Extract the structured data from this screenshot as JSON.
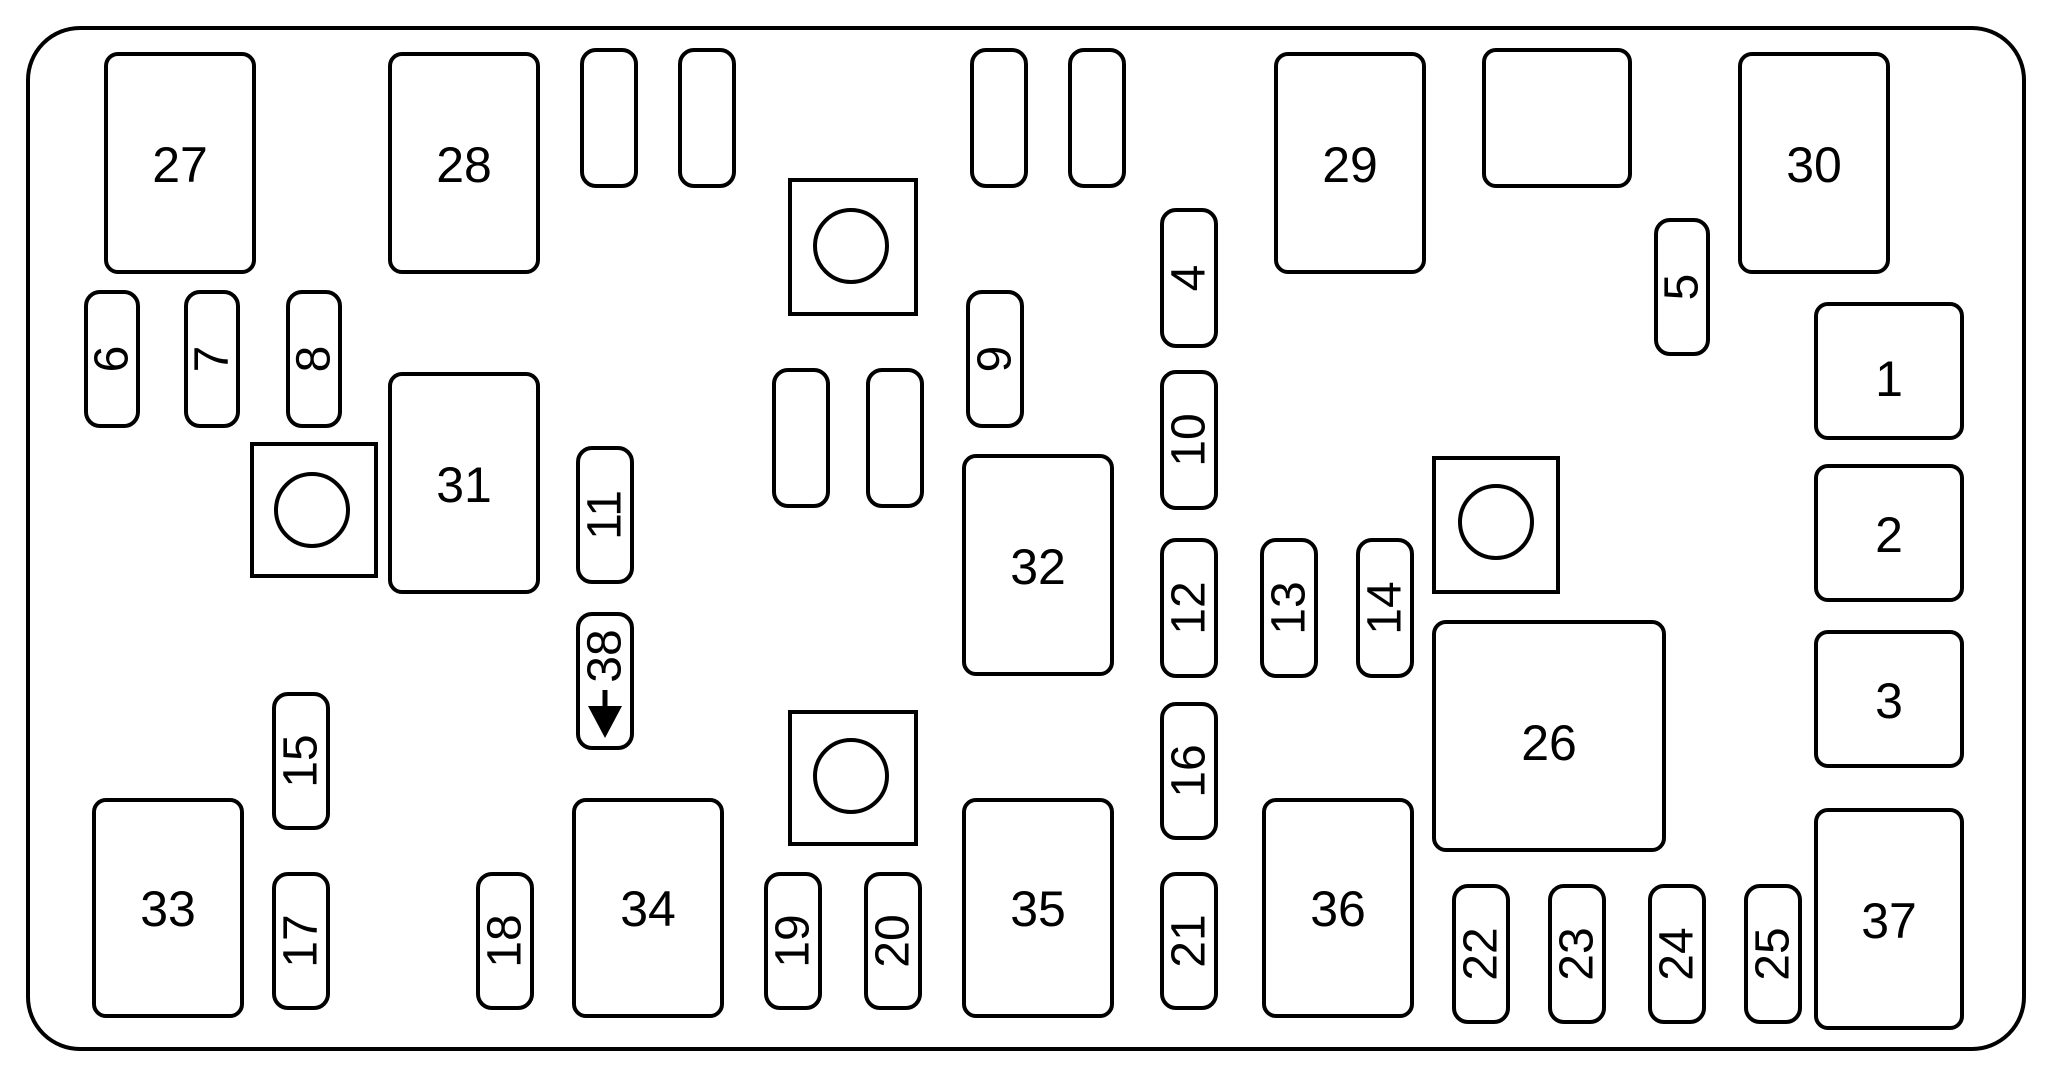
{
  "colors": {
    "stroke": "#000000",
    "fill": "#ffffff",
    "text": "#000000"
  },
  "boxes": {
    "b27": "27",
    "b28": "28",
    "b29": "29",
    "b30": "30",
    "b31": "31",
    "b32": "32",
    "b26": "26",
    "b33": "33",
    "b34": "34",
    "b35": "35",
    "b36": "36",
    "b37": "37",
    "b1": "1",
    "b2": "2",
    "b3": "3"
  },
  "fuses": {
    "f4": "4",
    "f5": "5",
    "f6": "6",
    "f7": "7",
    "f8": "8",
    "f9": "9",
    "f10": "10",
    "f11": "11",
    "f12": "12",
    "f13": "13",
    "f14": "14",
    "f15": "15",
    "f16": "16",
    "f17": "17",
    "f18": "18",
    "f19": "19",
    "f20": "20",
    "f21": "21",
    "f22": "22",
    "f23": "23",
    "f24": "24",
    "f25": "25",
    "f38": "38"
  }
}
